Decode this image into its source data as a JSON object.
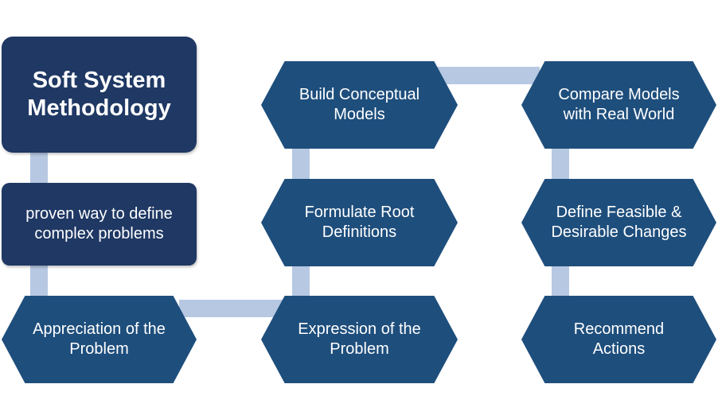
{
  "diagram": {
    "title": "Soft System Methodology",
    "subtitle": "proven way to define complex problems",
    "steps": [
      {
        "label": "Appreciation of the Problem"
      },
      {
        "label": "Expression of the Problem"
      },
      {
        "label": "Formulate Root Definitions"
      },
      {
        "label": "Build Conceptual Models"
      },
      {
        "label": "Compare Models with Real World"
      },
      {
        "label": "Define Feasible & Desirable Changes"
      },
      {
        "label": "Recommend Actions"
      }
    ]
  },
  "colors": {
    "title_box": "#1f3864",
    "step_box": "#1e4e7c",
    "connector": "#b7c8e2",
    "text": "#ffffff"
  }
}
